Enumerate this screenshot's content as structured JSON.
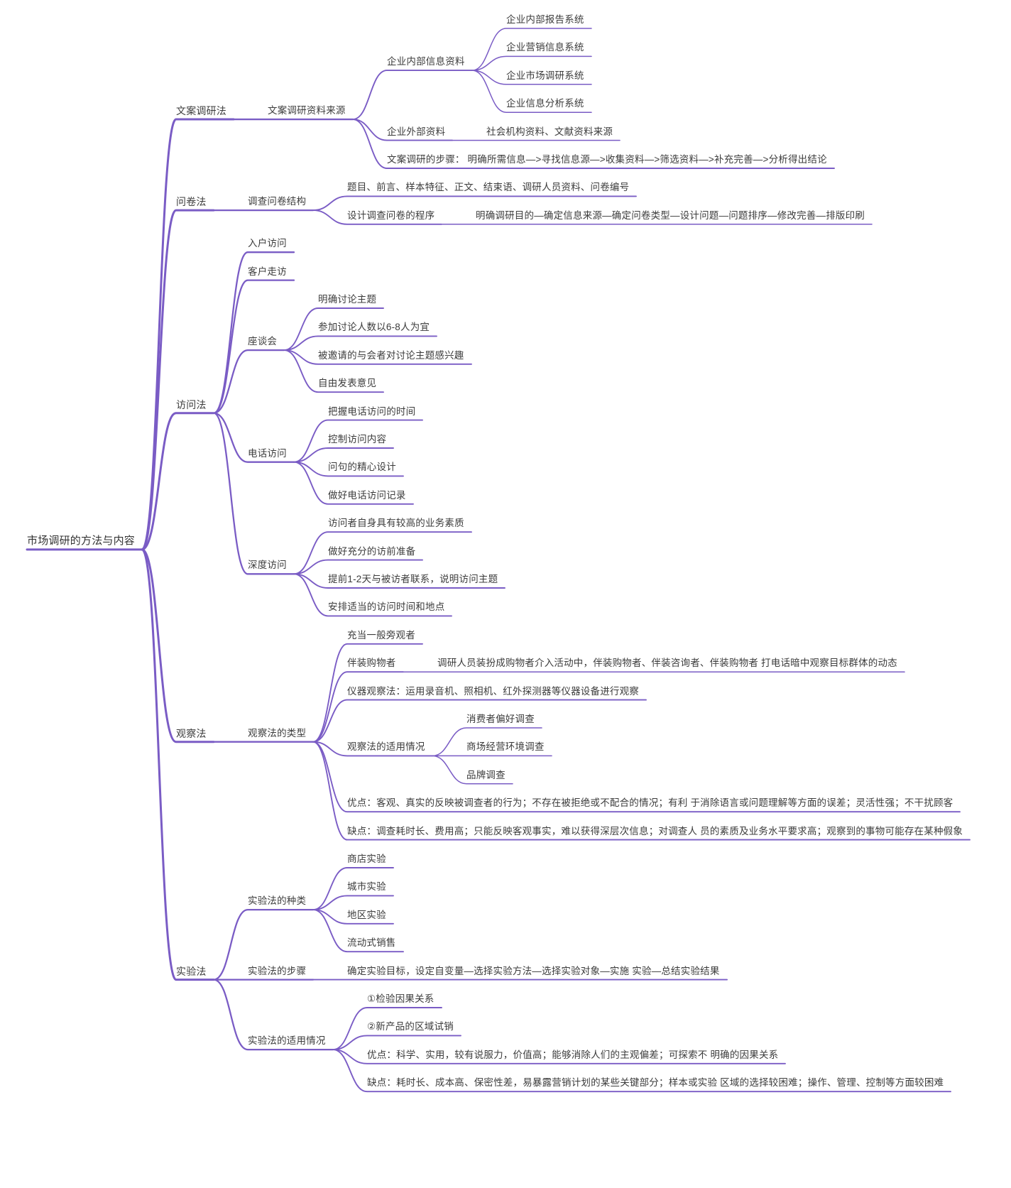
{
  "canvas": {
    "background": "#ffffff",
    "line_color": "#7a5cc5",
    "text_color": "#3c3c3c"
  },
  "mindmap": {
    "root": {
      "label": "市场调研的方法与内容",
      "children": [
        {
          "label": "文案调研法",
          "children": [
            {
              "label": "文案调研资料来源",
              "children": [
                {
                  "label": "企业内部信息资料",
                  "children": [
                    {
                      "label": "企业内部报告系统"
                    },
                    {
                      "label": "企业营销信息系统"
                    },
                    {
                      "label": "企业市场调研系统"
                    },
                    {
                      "label": "企业信息分析系统"
                    }
                  ]
                },
                {
                  "label": "企业外部资料",
                  "children": [
                    {
                      "label": "社会机构资料、文献资料来源"
                    }
                  ]
                },
                {
                  "label": "文案调研的步骤： 明确所需信息—>寻找信息源—>收集资料—>筛选资料—>补充完善—>分析得出结论"
                }
              ]
            }
          ]
        },
        {
          "label": "问卷法",
          "children": [
            {
              "label": "调查问卷结构",
              "children": [
                {
                  "label": "题目、前言、样本特征、正文、结束语、调研人员资料、问卷编号"
                },
                {
                  "label": "设计调查问卷的程序",
                  "children": [
                    {
                      "label": "明确调研目的—确定信息来源—确定问卷类型—设计问题—问题排序—修改完善—排版印刷"
                    }
                  ]
                }
              ]
            }
          ]
        },
        {
          "label": "访问法",
          "children": [
            {
              "label": "入户访问"
            },
            {
              "label": "客户走访"
            },
            {
              "label": "座谈会",
              "children": [
                {
                  "label": "明确讨论主题"
                },
                {
                  "label": "参加讨论人数以6-8人为宜"
                },
                {
                  "label": "被邀请的与会者对讨论主题感兴趣"
                },
                {
                  "label": "自由发表意见"
                }
              ]
            },
            {
              "label": "电话访问",
              "children": [
                {
                  "label": "把握电话访问的时间"
                },
                {
                  "label": "控制访问内容"
                },
                {
                  "label": "问句的精心设计"
                },
                {
                  "label": "做好电话访问记录"
                }
              ]
            },
            {
              "label": "深度访问",
              "children": [
                {
                  "label": "访问者自身具有较高的业务素质"
                },
                {
                  "label": "做好充分的访前准备"
                },
                {
                  "label": "提前1-2天与被访者联系，说明访问主题"
                },
                {
                  "label": "安排适当的访问时间和地点"
                }
              ]
            }
          ]
        },
        {
          "label": "观察法",
          "children": [
            {
              "label": "观察法的类型",
              "children": [
                {
                  "label": "充当一般旁观者"
                },
                {
                  "label": "伴装购物者",
                  "children": [
                    {
                      "label": "调研人员装扮成购物者介入活动中，伴装购物者、伴装咨询者、伴装购物者 打电话暗中观察目标群体的动态"
                    }
                  ]
                },
                {
                  "label": "仪器观察法：运用录音机、照相机、红外探测器等仪器设备进行观察"
                },
                {
                  "label": "观察法的适用情况",
                  "children": [
                    {
                      "label": "消费者偏好调查"
                    },
                    {
                      "label": "商场经营环境调查"
                    },
                    {
                      "label": "品牌调查"
                    }
                  ]
                },
                {
                  "label": "优点：客观、真实的反映被调查者的行为；不存在被拒绝或不配合的情况；有利 于消除语言或问题理解等方面的误差；灵活性强；不干扰顾客"
                },
                {
                  "label": "缺点：调查耗时长、费用高；只能反映客观事实，难以获得深层次信息；对调查人 员的素质及业务水平要求高；观察到的事物可能存在某种假象"
                }
              ]
            }
          ]
        },
        {
          "label": "实验法",
          "children": [
            {
              "label": "实验法的种类",
              "children": [
                {
                  "label": "商店实验"
                },
                {
                  "label": "城市实验"
                },
                {
                  "label": "地区实验"
                },
                {
                  "label": "流动式销售"
                }
              ]
            },
            {
              "label": "实验法的步骤",
              "children": [
                {
                  "label": "确定实验目标，设定自变量—选择实验方法—选择实验对象—实施 实验—总结实验结果"
                }
              ]
            },
            {
              "label": "实验法的适用情况",
              "children": [
                {
                  "label": "①检验因果关系"
                },
                {
                  "label": "②新产品的区域试销"
                },
                {
                  "label": "优点：科学、实用，较有说服力，价值高；能够消除人们的主观偏差；可探索不 明确的因果关系"
                },
                {
                  "label": "缺点：耗时长、成本高、保密性差，易暴露营销计划的某些关键部分；样本或实验 区域的选择较困难；操作、管理、控制等方面较困难"
                }
              ]
            }
          ]
        }
      ]
    }
  }
}
